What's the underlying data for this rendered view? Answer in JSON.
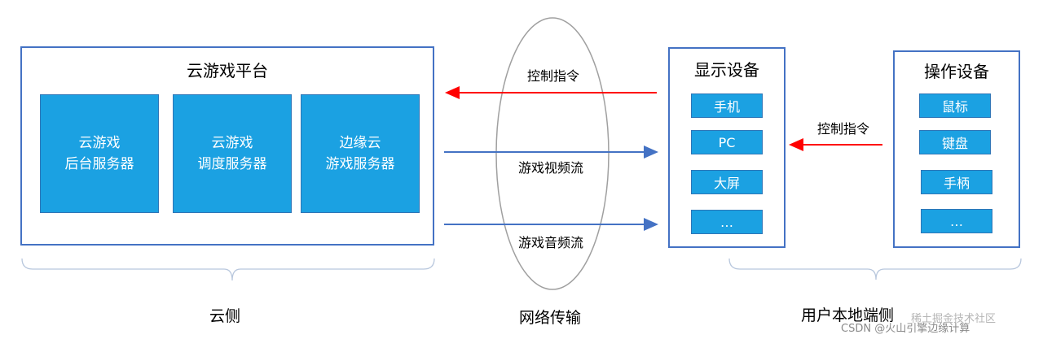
{
  "cloud_platform": {
    "title": "云游戏平台",
    "servers": [
      {
        "line1": "云游戏",
        "line2": "后台服务器"
      },
      {
        "line1": "云游戏",
        "line2": "调度服务器"
      },
      {
        "line1": "边缘云",
        "line2": "游戏服务器"
      }
    ]
  },
  "network": {
    "arrows": [
      {
        "label": "控制指令",
        "direction": "left",
        "color": "#ff0000"
      },
      {
        "label": "游戏视频流",
        "direction": "right",
        "color": "#4472c4"
      },
      {
        "label": "游戏音频流",
        "direction": "right",
        "color": "#4472c4"
      }
    ]
  },
  "display_devices": {
    "title": "显示设备",
    "items": [
      "手机",
      "PC",
      "大屏",
      "…"
    ]
  },
  "control_arrow": {
    "label": "控制指令",
    "color": "#ff0000"
  },
  "operation_devices": {
    "title": "操作设备",
    "items": [
      "鼠标",
      "键盘",
      "手柄",
      "…"
    ]
  },
  "bottom_labels": {
    "cloud_side": "云侧",
    "network": "网络传输",
    "user_side": "用户本地端侧"
  },
  "watermark": "CSDN @火山引擎边缘计算",
  "watermark_back": "稀土掘金技术社区"
}
